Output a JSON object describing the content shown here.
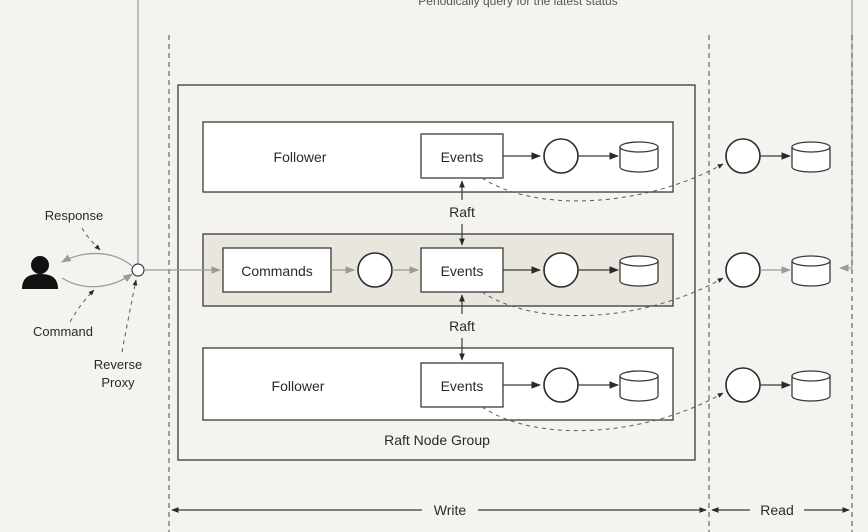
{
  "top_note": "Periodically query for the latest status",
  "actors": {
    "response": "Response",
    "command": "Command",
    "reverse_proxy_line1": "Reverse",
    "reverse_proxy_line2": "Proxy"
  },
  "group": {
    "title": "Raft Node Group",
    "follower_top": "Follower",
    "follower_bottom": "Follower",
    "commands": "Commands",
    "events": "Events",
    "raft": "Raft"
  },
  "sections": {
    "write": "Write",
    "read": "Read"
  }
}
